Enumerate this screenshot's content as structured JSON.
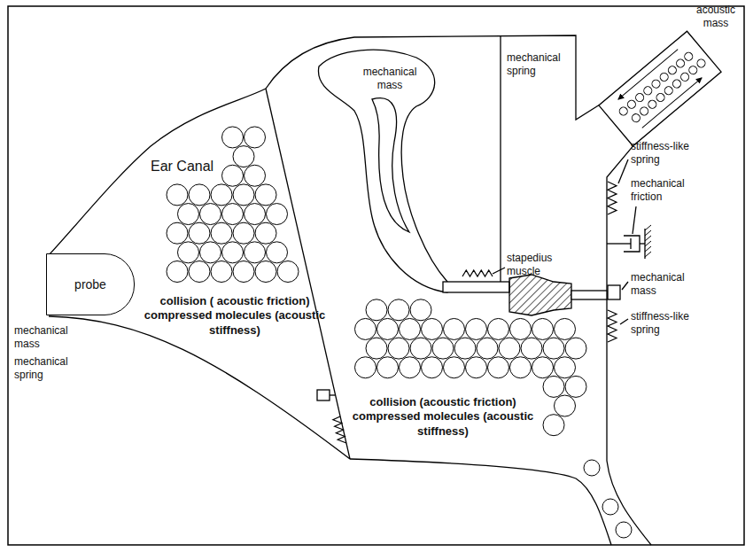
{
  "diagram": {
    "nodes": [
      {
        "text": [
          "probe"
        ]
      }
    ],
    "labels": [
      "acoustic mass",
      "mechanical mass",
      "mechanical spring",
      "Ear Canal",
      "stapedius muscle",
      "stiffness-like spring",
      "mechanical friction",
      "mechanical mass",
      "mechanical spring",
      "collision ( acoustic friction) compressed molecules (acoustic stiffness)",
      "mechanical mass",
      "stiffness-like spring",
      "collision (acoustic friction) compressed molecules (acoustic stiffness)"
    ]
  }
}
